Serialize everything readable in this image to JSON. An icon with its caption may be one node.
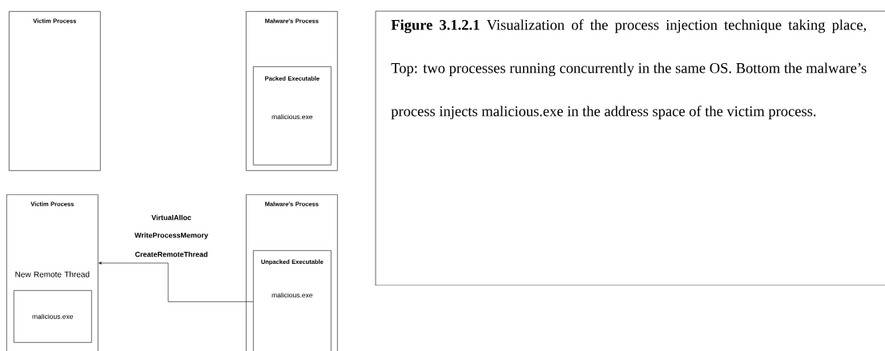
{
  "diagram": {
    "caption": "**Figure 3.1.2.1** Visualization of the process injection technique taking place, Top: two processes running concurrently in the same OS. Bottom the malware’s process injects malicious.exe in the address space of the victim process.",
    "nodes": [
      {
        "text": [
          "Victim Process"
        ]
      },
      {
        "text": [
          "Malware's Process"
        ]
      },
      {
        "text": [
          "Packed Executable",
          "malicious.exe"
        ],
        "in": 1
      },
      {
        "text": [
          "Victim Process",
          "New Remote Thread"
        ]
      },
      {
        "text": [
          "malicious.exe"
        ],
        "in": 3
      },
      {
        "text": [
          "Malware's Process"
        ]
      },
      {
        "text": [
          "Unpacked Executable",
          "malicious.exe"
        ],
        "in": 5
      }
    ],
    "edges": [
      {
        "from": 6,
        "to": 3,
        "arrow": "to"
      }
    ],
    "labels": [
      "VirtualAlloc",
      "WriteProcessMemory",
      "CreateRemoteThread"
    ]
  }
}
